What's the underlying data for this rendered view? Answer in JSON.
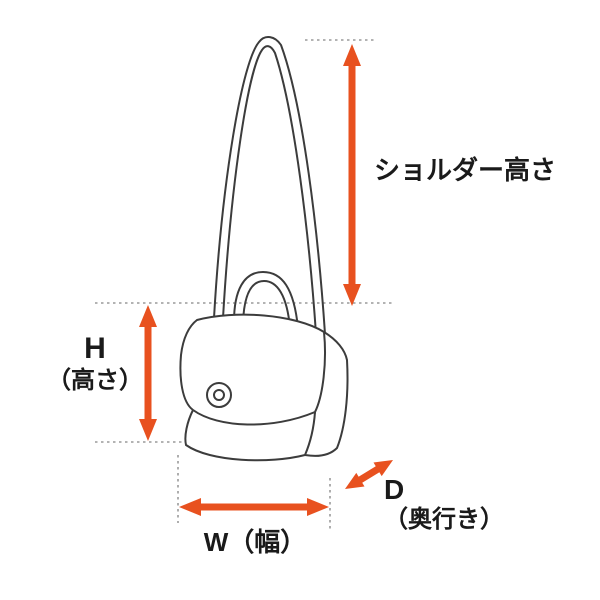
{
  "diagram": {
    "labels": {
      "shoulder_height": "ショルダー高さ",
      "height_line1": "H",
      "height_line2": "（高さ）",
      "width": "W（幅）",
      "depth_line1": "D",
      "depth_line2": "（奥行き）"
    }
  },
  "colors": {
    "arrow": "#E8511F",
    "outline": "#3C3C3C",
    "dotted": "#9A9A9A",
    "text": "#1A1A1A",
    "background": "#FFFFFF"
  }
}
